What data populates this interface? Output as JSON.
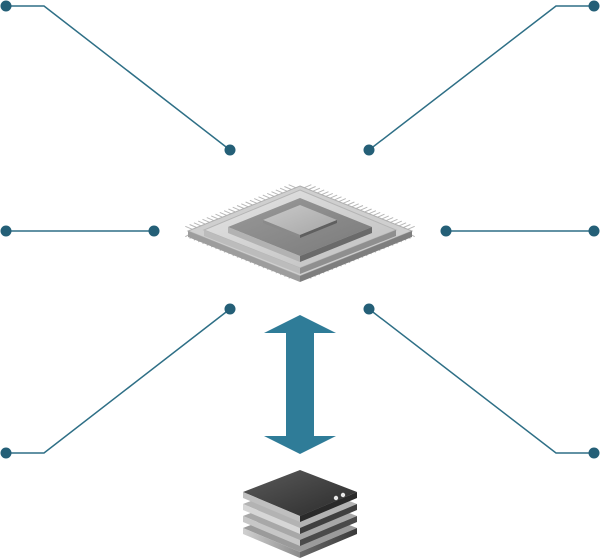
{
  "colors": {
    "connector": "#2E6F86",
    "node": "#245F77",
    "arrow": "#2F7C98",
    "chip_light": "#D8D8D8",
    "chip_mid": "#A9A9A9",
    "chip_dark": "#6E6E6E",
    "stack_dark": "#3A3A3A",
    "stack_light": "#BDBDBD"
  },
  "icons": {
    "processor": "cpu-chip-icon",
    "memory": "memory-stack-icon",
    "exchange": "bidirectional-arrow-icon"
  },
  "connectors": [
    {
      "name": "connector-top-left"
    },
    {
      "name": "connector-top-right"
    },
    {
      "name": "connector-middle-left"
    },
    {
      "name": "connector-middle-right"
    },
    {
      "name": "connector-bottom-left"
    },
    {
      "name": "connector-bottom-right"
    }
  ]
}
